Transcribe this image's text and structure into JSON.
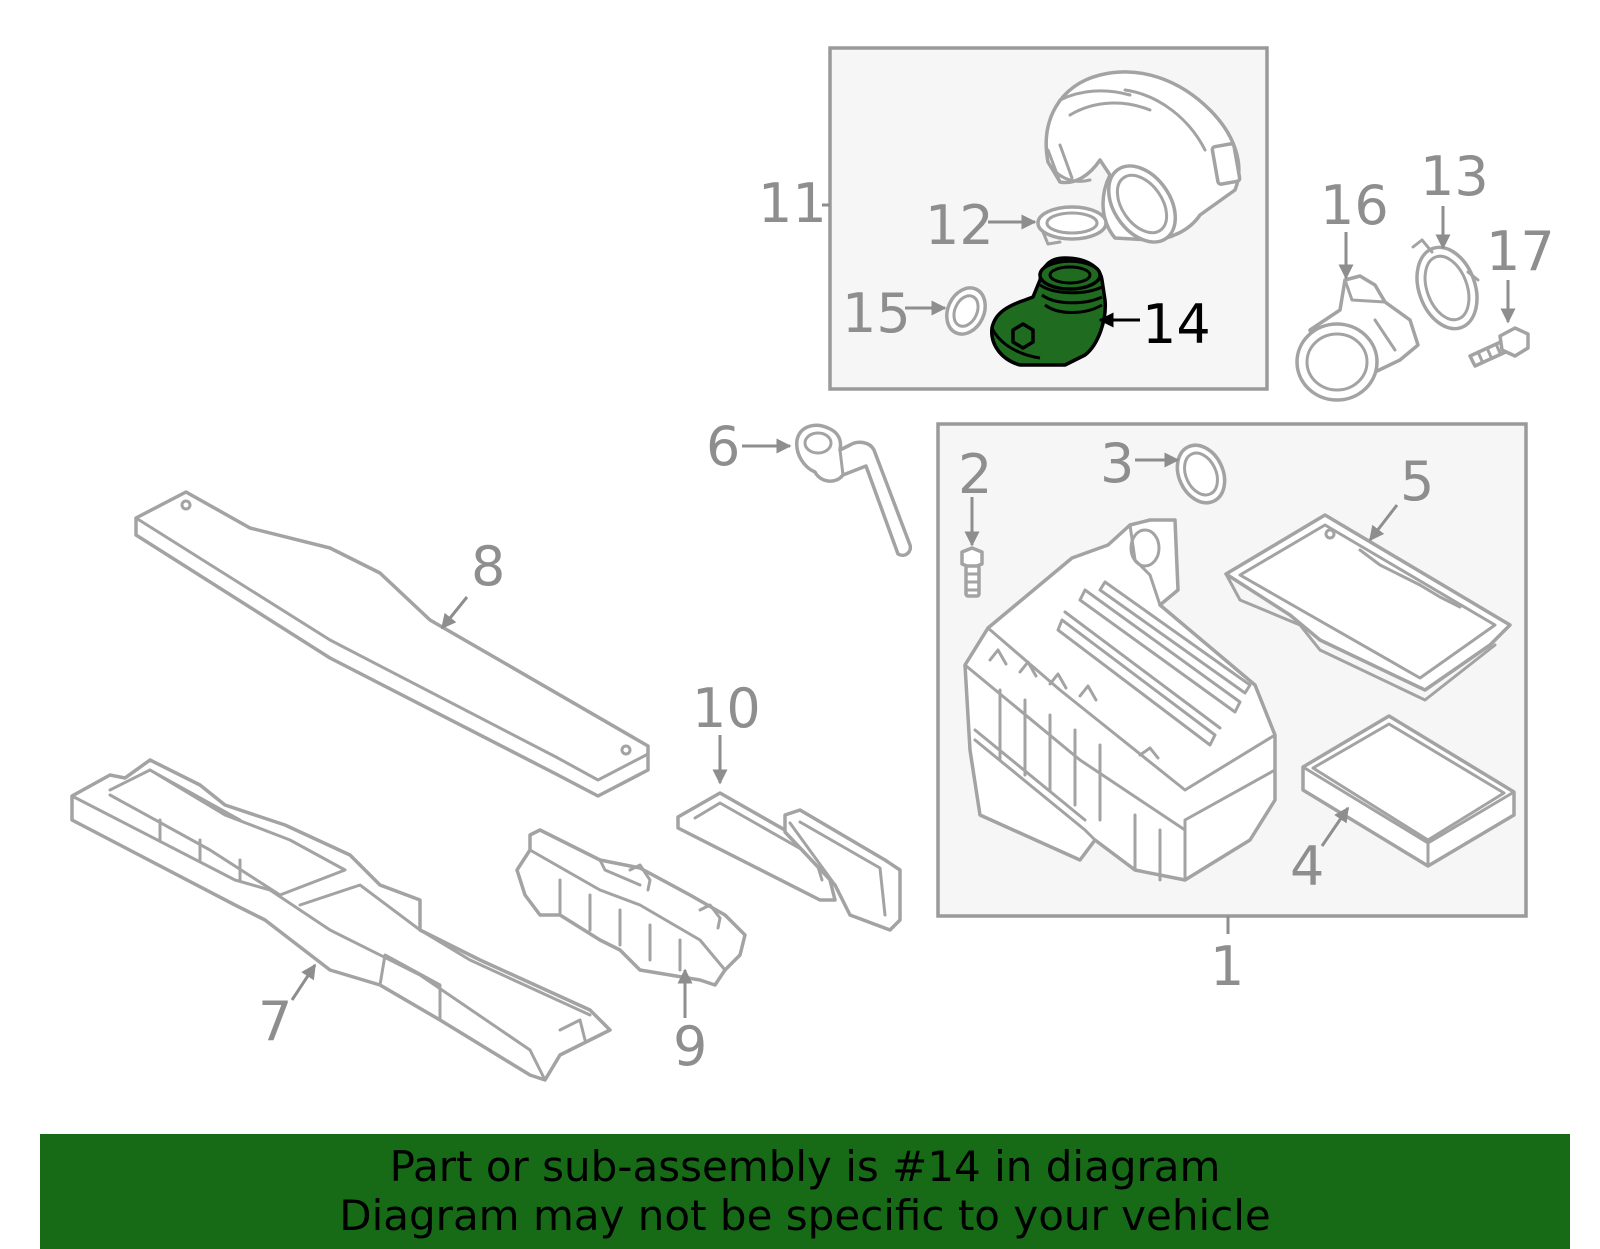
{
  "diagram": {
    "highlighted_part": "14",
    "callouts": {
      "c1": "1",
      "c2": "2",
      "c3": "3",
      "c4": "4",
      "c5": "5",
      "c6": "6",
      "c7": "7",
      "c8": "8",
      "c9": "9",
      "c10": "10",
      "c11": "11",
      "c12": "12",
      "c13": "13",
      "c14": "14",
      "c15": "15",
      "c16": "16",
      "c17": "17"
    },
    "colors": {
      "highlight": "#1f6b1f",
      "line": "#a3a3a3",
      "banner": "#176b17"
    }
  },
  "banner": {
    "line1": "Part or sub-assembly is #14 in diagram",
    "line2": "Diagram may not be specific to your vehicle"
  }
}
